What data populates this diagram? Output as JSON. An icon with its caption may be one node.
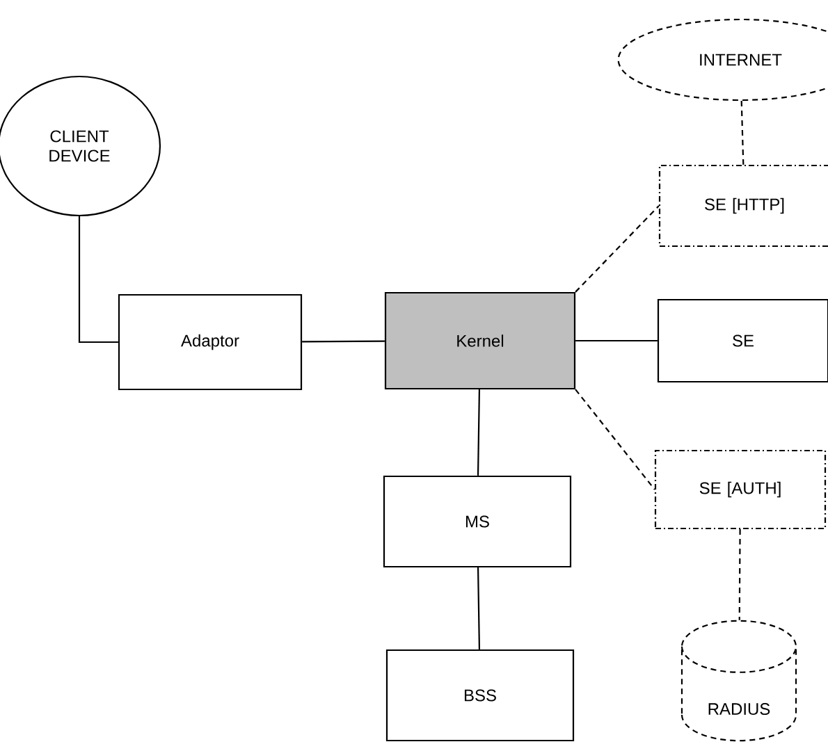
{
  "diagram": {
    "nodes": [
      {
        "text": [
          "CLIENT DEVICE"
        ]
      },
      {
        "text": [
          "INTERNET"
        ]
      },
      {
        "text": [
          "SE [HTTP]"
        ]
      },
      {
        "text": [
          "Adaptor"
        ]
      },
      {
        "text": [
          "Kernel"
        ]
      },
      {
        "text": [
          "SE"
        ]
      },
      {
        "text": [
          "SE [AUTH]"
        ]
      },
      {
        "text": [
          "MS"
        ]
      },
      {
        "text": [
          "BSS"
        ]
      },
      {
        "text": [
          "RADIUS"
        ]
      }
    ],
    "edges": [
      {
        "from": 0,
        "to": 3,
        "arrow": "none"
      },
      {
        "from": 3,
        "to": 4,
        "arrow": "none"
      },
      {
        "from": 4,
        "to": 5,
        "arrow": "none"
      },
      {
        "from": 4,
        "to": 2,
        "arrow": "none",
        "style": "dashed"
      },
      {
        "from": 4,
        "to": 6,
        "arrow": "none",
        "style": "dashed"
      },
      {
        "from": 4,
        "to": 7,
        "arrow": "none"
      },
      {
        "from": 7,
        "to": 8,
        "arrow": "none"
      },
      {
        "from": 1,
        "to": 2,
        "arrow": "none",
        "style": "dashed"
      },
      {
        "from": 6,
        "to": 9,
        "arrow": "none",
        "style": "dashed"
      }
    ]
  }
}
